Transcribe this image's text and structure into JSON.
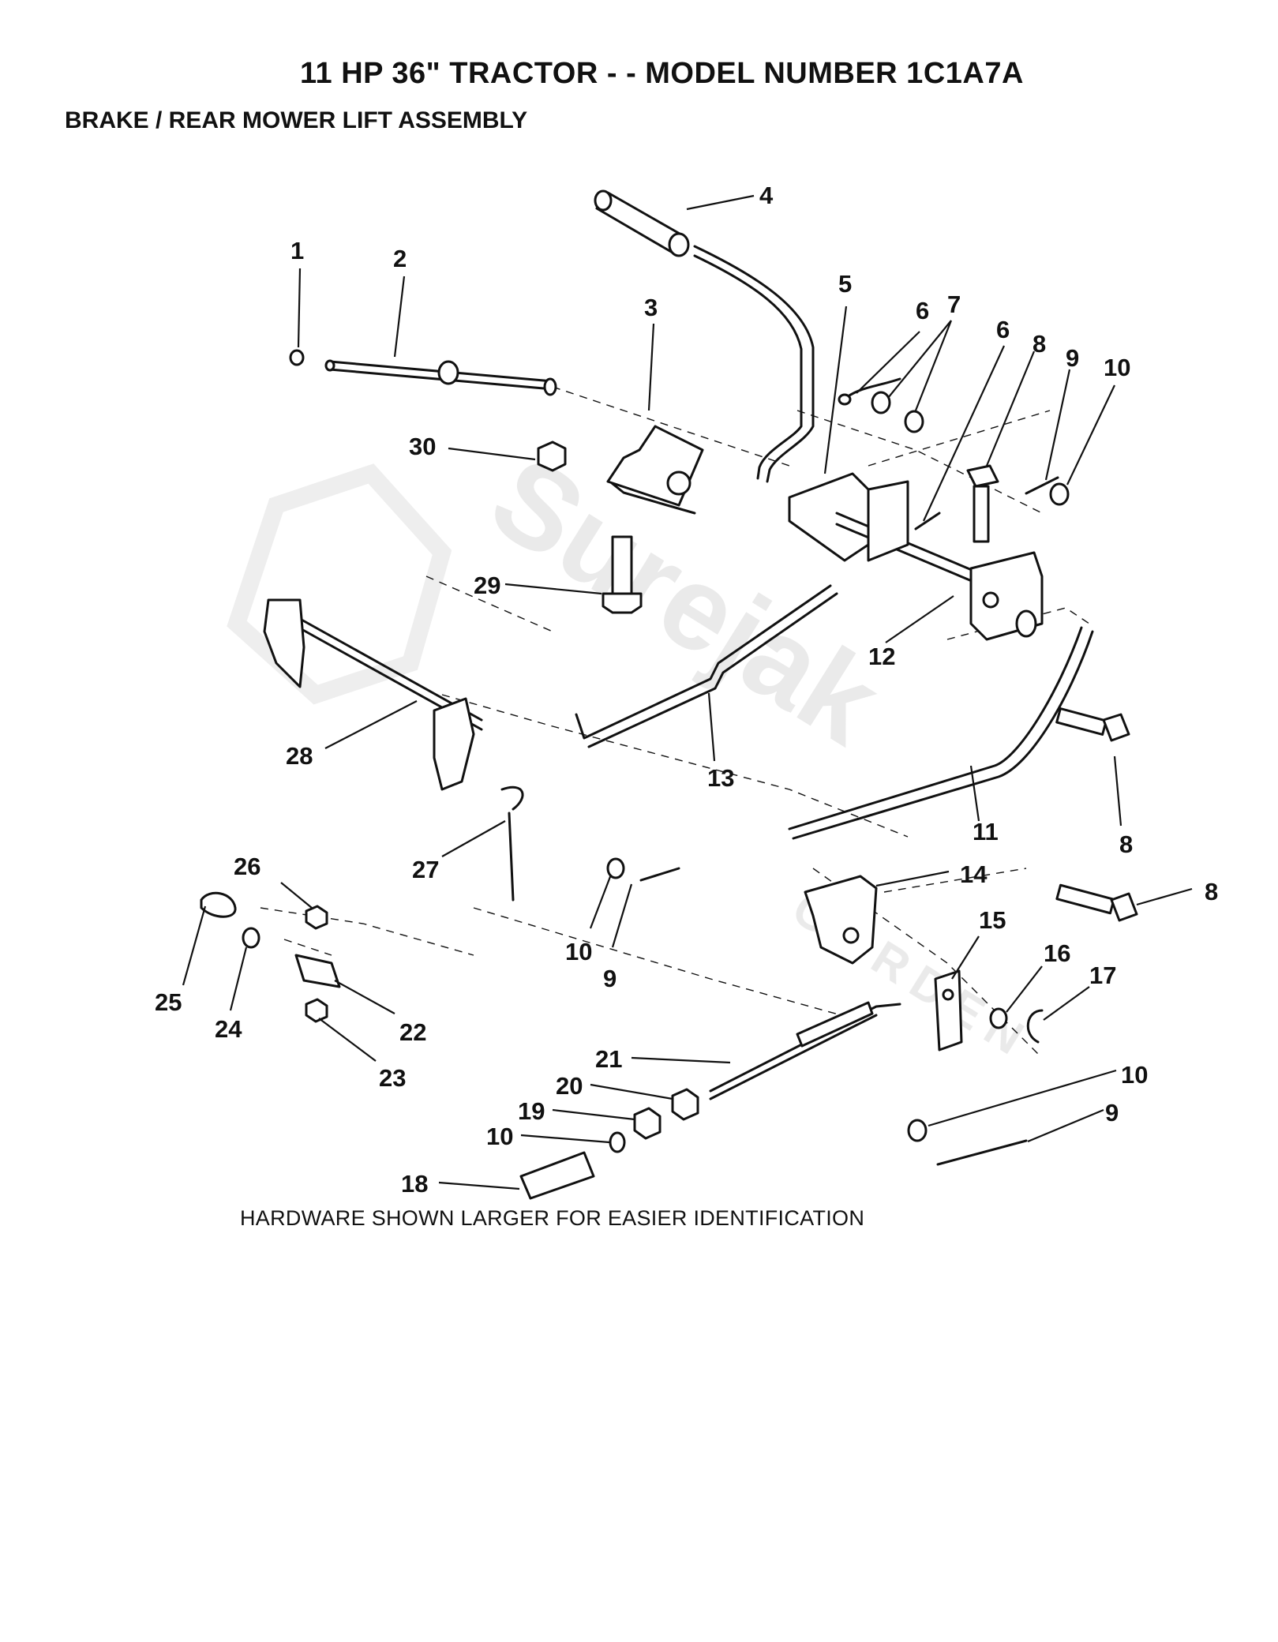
{
  "header": {
    "title": "11 HP 36\" TRACTOR - - MODEL NUMBER 1C1A7A",
    "subtitle": "BRAKE / REAR MOWER LIFT ASSEMBLY"
  },
  "watermark": {
    "brand": "Surejak",
    "tagline": "GARDEN"
  },
  "callouts": [
    "1",
    "2",
    "3",
    "4",
    "5",
    "6",
    "7",
    "6",
    "8",
    "9",
    "10",
    "12",
    "13",
    "11",
    "8",
    "28",
    "27",
    "29",
    "30",
    "26",
    "25",
    "24",
    "22",
    "23",
    "10",
    "9",
    "14",
    "8",
    "15",
    "16",
    "17",
    "10",
    "9",
    "21",
    "20",
    "19",
    "10",
    "18"
  ],
  "footer": {
    "note": "HARDWARE SHOWN LARGER FOR EASIER IDENTIFICATION"
  }
}
